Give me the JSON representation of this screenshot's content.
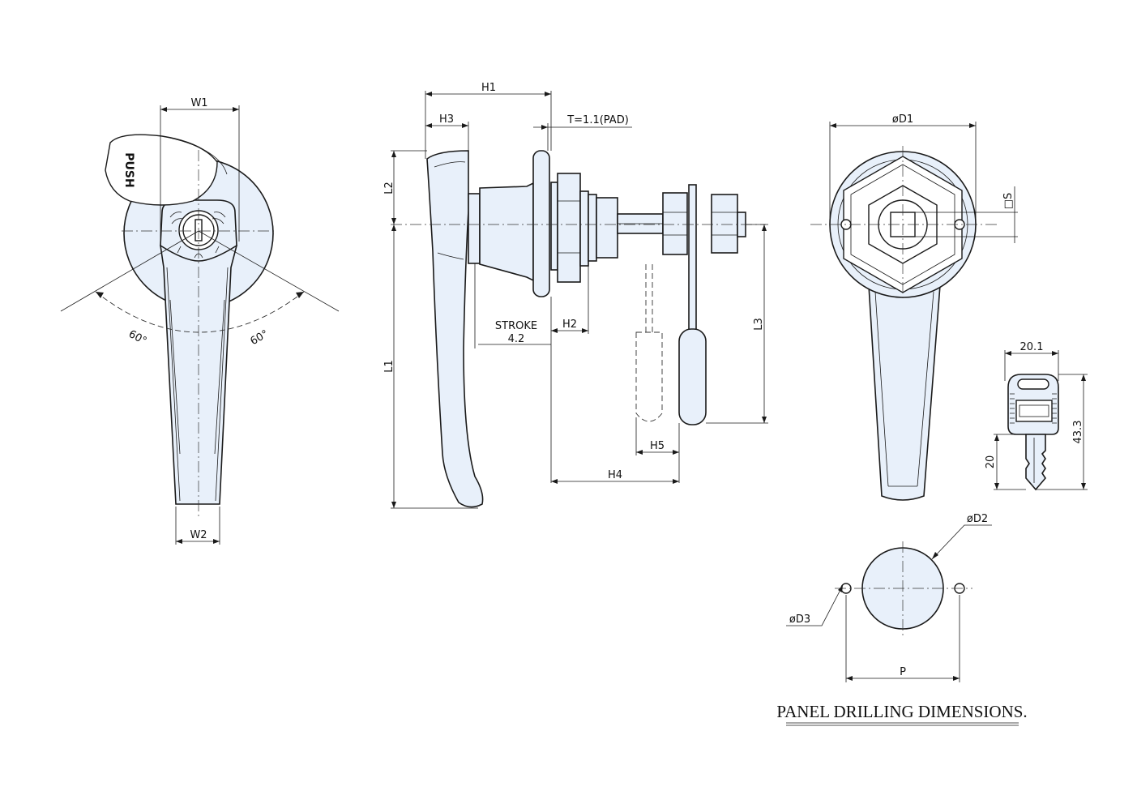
{
  "labels": {
    "w1": "W1",
    "w2": "W2",
    "push": "PUSH",
    "angle_left": "60°",
    "angle_right": "60°",
    "h1": "H1",
    "h3": "H3",
    "t_pad": "T=1.1(PAD)",
    "l2": "L2",
    "l1": "L1",
    "stroke": "STROKE",
    "stroke_value": "4.2",
    "h2": "H2",
    "l3": "L3",
    "h5": "H5",
    "h4": "H4",
    "d1": "øD1",
    "s": "□S",
    "key_width": "20.1",
    "key_height": "43.3",
    "key_blade": "20",
    "d2": "øD2",
    "d3": "øD3",
    "p": "P"
  },
  "title": "PANEL DRILLING DIMENSIONS.",
  "colors": {
    "fill": "#e8f0fa",
    "line": "#1a1a1a"
  }
}
